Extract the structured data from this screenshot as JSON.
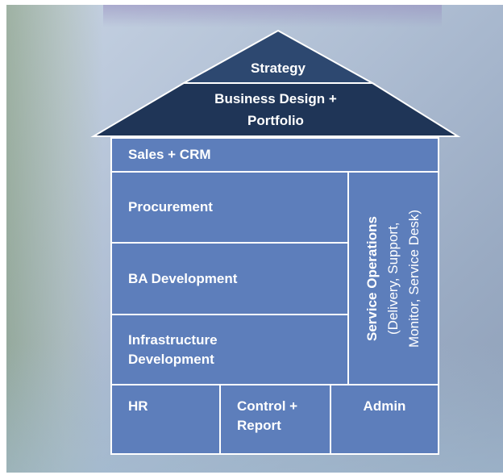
{
  "roof": {
    "top_label": "Strategy",
    "lower_label_line1": "Business Design +",
    "lower_label_line2": "Portfolio"
  },
  "house": {
    "sales": "Sales + CRM",
    "procurement": "Procurement",
    "ba_development": "BA Development",
    "infra_line1": "Infrastructure",
    "infra_line2": "Development",
    "service_ops_title": "Service Operations",
    "service_ops_line2": "(Delivery, Support,",
    "service_ops_line3": "Monitor, Service Desk)",
    "hr": "HR",
    "control_line1": "Control +",
    "control_line2": "Report",
    "admin": "Admin"
  },
  "colors": {
    "box_fill": "#5d7ebb",
    "roof_dark": "#1f3557",
    "roof_top": "#2d4870",
    "border": "#ffffff"
  }
}
